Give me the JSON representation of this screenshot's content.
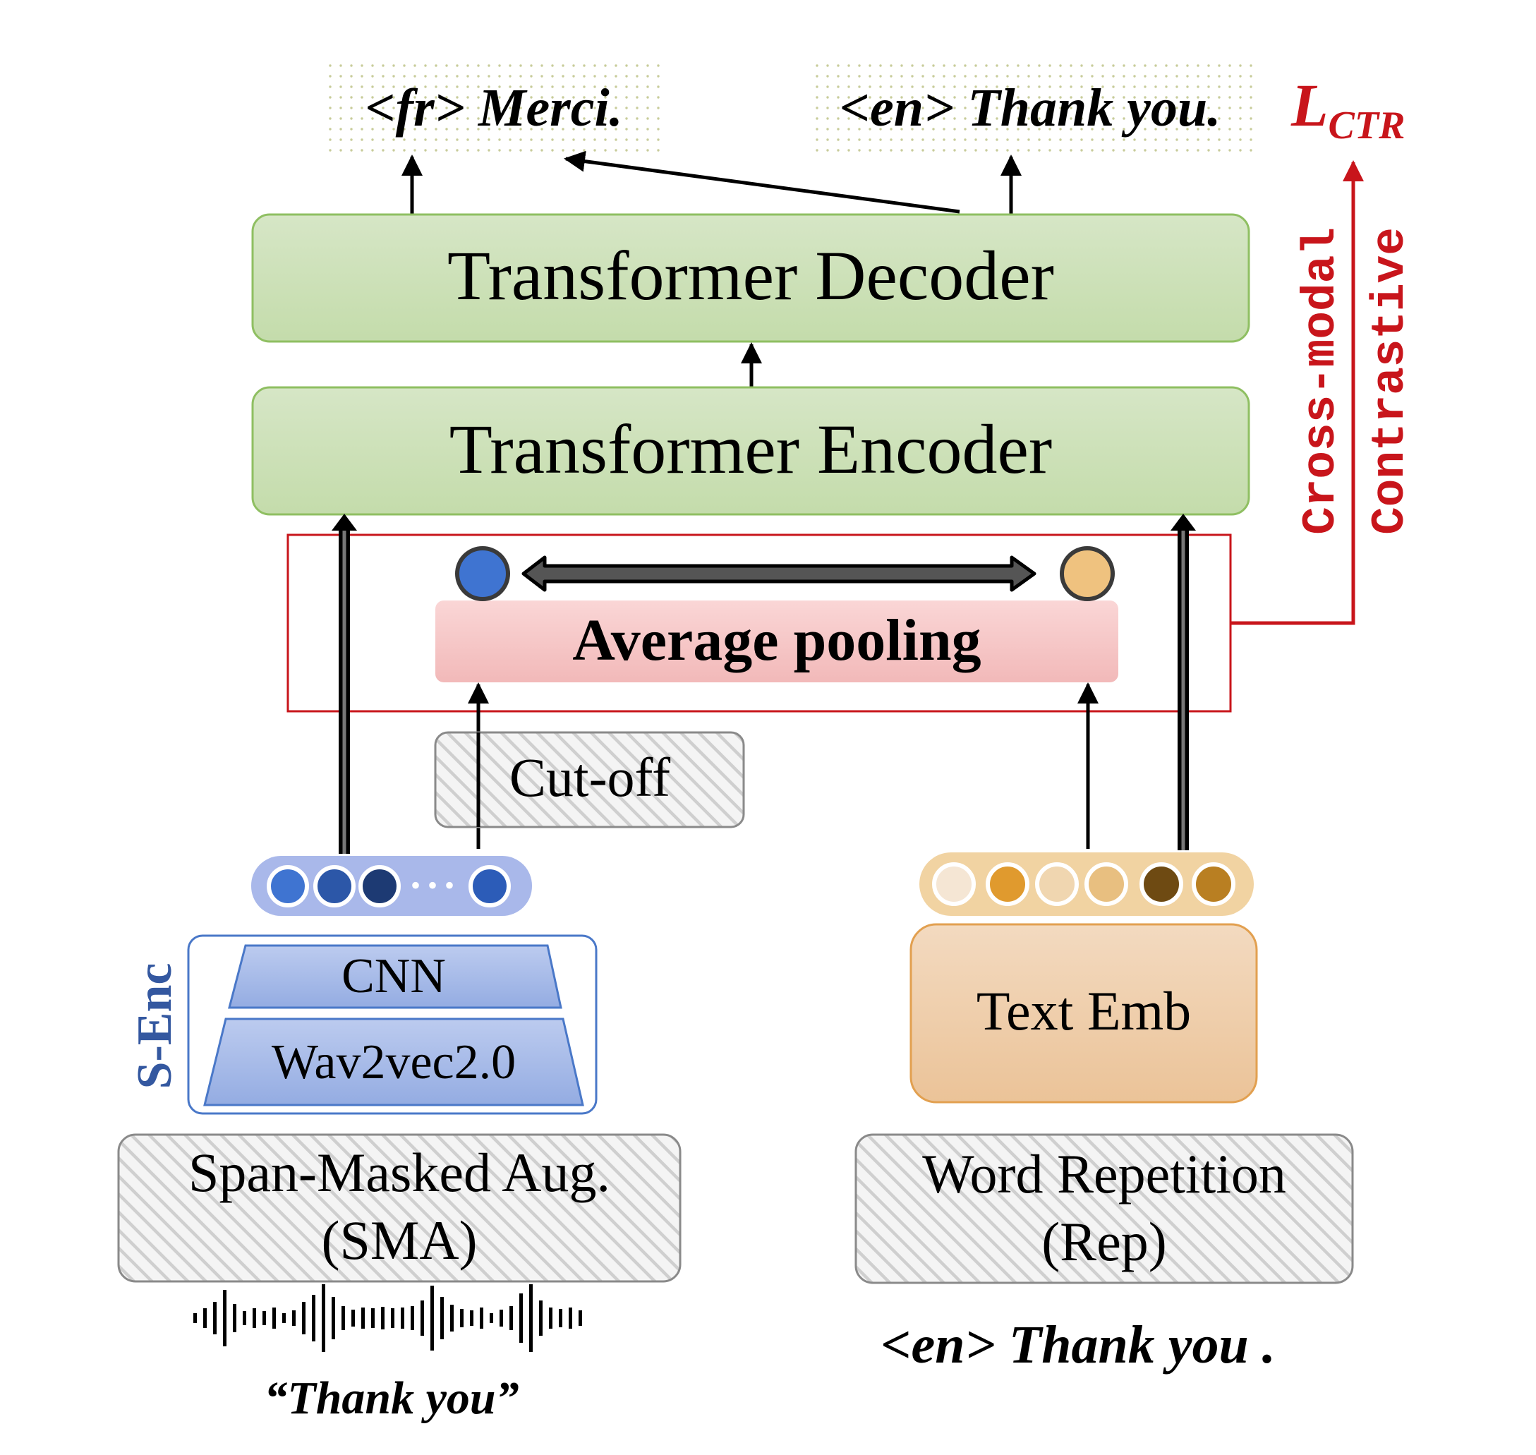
{
  "outputs": {
    "fr_tag": "<fr>",
    "fr_text": "Merci.",
    "en_tag": "<en>",
    "en_text": "Thank you."
  },
  "loss": {
    "main": "L",
    "subscript": "CTR",
    "label_line1": "Cross-modal",
    "label_line2": "Contrastive"
  },
  "decoder": {
    "label": "Transformer Decoder"
  },
  "encoder": {
    "label": "Transformer Encoder"
  },
  "pooling": {
    "label": "Average pooling"
  },
  "cutoff": {
    "label": "Cut-off"
  },
  "speech_encoder": {
    "label": "S-Enc",
    "cnn": "CNN",
    "wav2vec": "Wav2vec2.0"
  },
  "speech_tokens": {
    "dots": "• • •",
    "colors": [
      "#3f74d1",
      "#2c57a8",
      "#1d3a73",
      "#2c5cb8"
    ]
  },
  "text_tokens": {
    "colors": [
      "#f5e6d4",
      "#e09a2e",
      "#f0d6b0",
      "#e8bf80",
      "#6e4a12",
      "#b97f22"
    ]
  },
  "text_emb": {
    "label": "Text Emb"
  },
  "sma": {
    "line1": "Span-Masked Aug.",
    "line2": "(SMA)"
  },
  "rep": {
    "line1": "Word Repetition",
    "line2": "(Rep)"
  },
  "speech_input": {
    "quote": "“Thank you”"
  },
  "text_input": {
    "text": "<en> Thank you ."
  },
  "colors": {
    "green_fill": "#cfe2bc",
    "green_stroke": "#8fbf62",
    "pink_fill": "#f6c9c9",
    "red": "#c8151b",
    "blue_box_stroke": "#4a78c8",
    "blue_fill": "#a8bde8",
    "blue_token_bar": "#a9b8ea",
    "orange_bar": "#f1d3a2",
    "orange_fill": "#f0ceaa",
    "orange_stroke": "#e2a050",
    "speech_dot": "#3f74d1",
    "text_dot": "#efc27f",
    "s_enc_text": "#3458a0"
  }
}
